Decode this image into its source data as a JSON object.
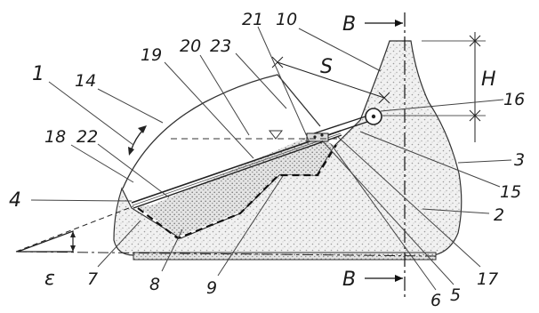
{
  "diagram": {
    "labels": {
      "n1": "1",
      "n2": "2",
      "n3": "3",
      "n4": "4",
      "n5": "5",
      "n6": "6",
      "n7": "7",
      "n8": "8",
      "n9": "9",
      "n10": "10",
      "n14": "14",
      "n15": "15",
      "n16": "16",
      "n17": "17",
      "n18": "18",
      "n19": "19",
      "n20": "20",
      "n21": "21",
      "n22": "22",
      "n23": "23"
    },
    "section_top": "B",
    "section_bottom": "B",
    "dim_s": "S",
    "dim_h": "H",
    "angle": "ε"
  }
}
